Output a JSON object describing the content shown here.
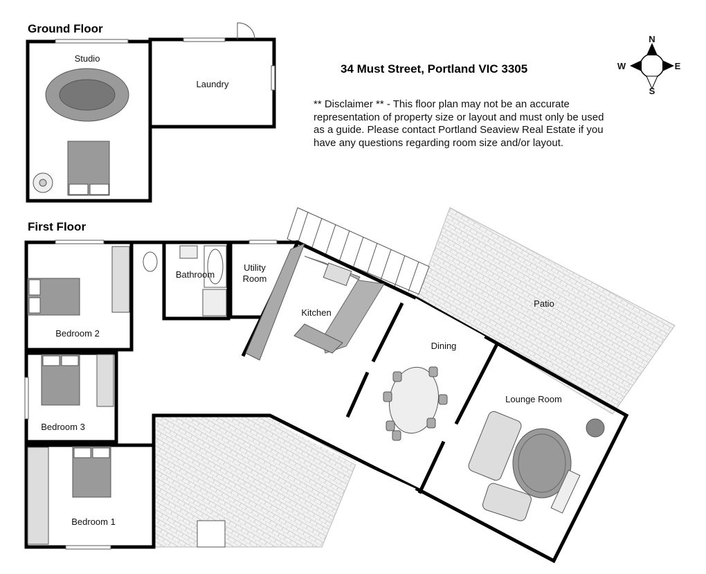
{
  "address": "34 Must Street, Portland VIC 3305",
  "disclaimer": "** Disclaimer ** - This floor plan may not be an accurate representation of property size or layout and must only be used as a guide. Please contact Portland Seaview Real Estate if you have any questions regarding room size and/or layout.",
  "compass": {
    "n": "N",
    "s": "S",
    "e": "E",
    "w": "W"
  },
  "floors": {
    "ground": {
      "title": "Ground Floor",
      "rooms": {
        "studio": "Studio",
        "laundry": "Laundry"
      }
    },
    "first": {
      "title": "First Floor",
      "rooms": {
        "bedroom2": "Bedroom 2",
        "bathroom": "Bathroom",
        "utility_line1": "Utility",
        "utility_line2": "Room",
        "kitchen": "Kitchen",
        "dining": "Dining",
        "patio": "Patio",
        "lounge": "Lounge Room",
        "bedroom3": "Bedroom 3",
        "bedroom1": "Bedroom 1"
      }
    }
  }
}
